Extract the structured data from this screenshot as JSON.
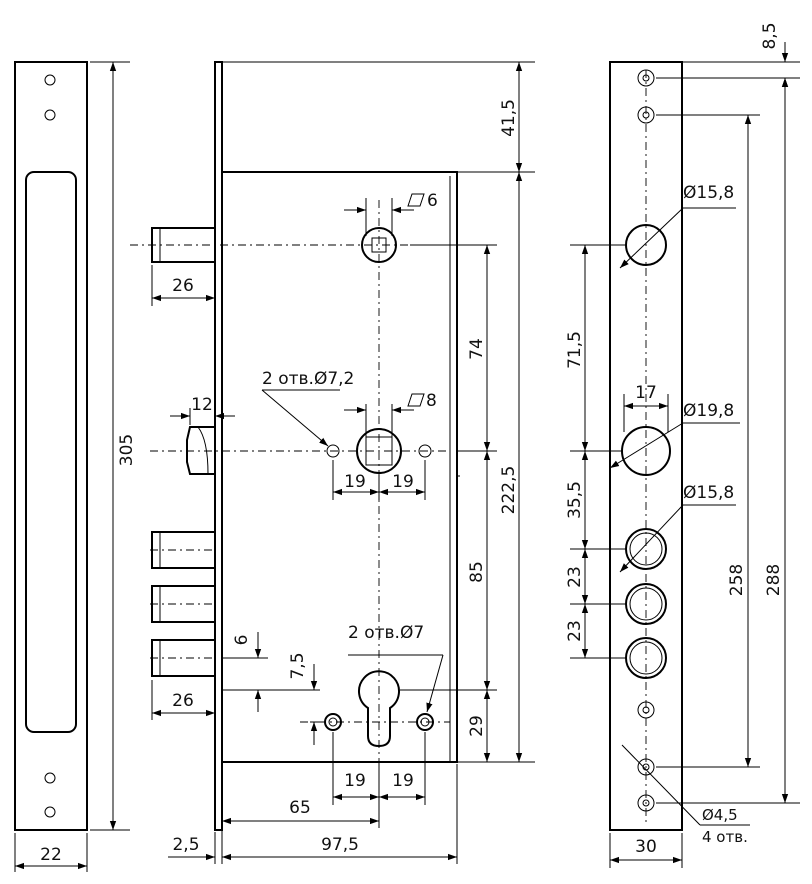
{
  "labels": {
    "left_strip_height": "305",
    "left_strip_width": "22",
    "top_offset": "41,5",
    "square_6": "6",
    "square_8": "8",
    "bolt_top": "26",
    "latch_width": "12",
    "holes_72": "2 отв.Ø7,2",
    "spacing_74": "74",
    "spacing_19a": "19",
    "spacing_19b": "19",
    "height_2225": "222,5",
    "spacing_85": "85",
    "holes_7": "2 отв.Ø7",
    "dim_6": "6",
    "dim_75": "7,5",
    "bolt_bottom": "26",
    "dim_29": "29",
    "spacing_19c": "19",
    "spacing_19d": "19",
    "backset_65": "65",
    "body_width": "97,5",
    "plate_thickness": "2,5",
    "dim_85_top": "8,5",
    "hole_158_top": "Ø15,8",
    "dim_715": "71,5",
    "dim_17": "17",
    "hole_198": "Ø19,8",
    "dim_355": "35,5",
    "hole_158_bottom": "Ø15,8",
    "dim_23a": "23",
    "dim_23b": "23",
    "dim_258": "258",
    "dim_288": "288",
    "hole_45": "Ø4,5",
    "holes_count": "4 отв.",
    "front_plate_width": "30"
  }
}
